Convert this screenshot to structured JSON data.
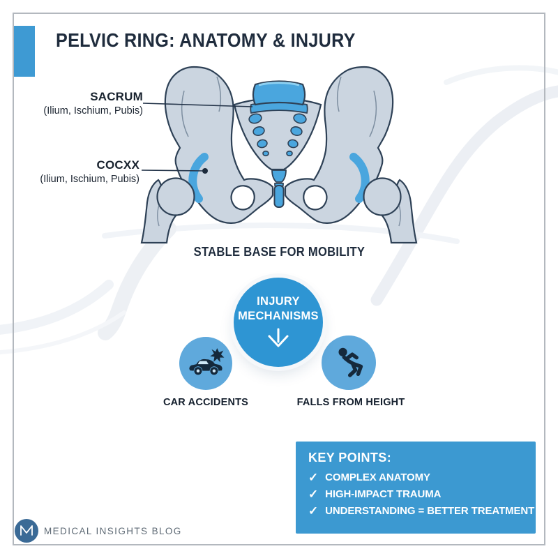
{
  "colors": {
    "accent_blue": "#3e9ad3",
    "hub_blue": "#2e95d3",
    "icon_circle_blue": "#5fa9dc",
    "anatomy_blue": "#4aa6de",
    "bone_fill": "#cbd5e0",
    "outline_navy": "#2e4156",
    "title_navy": "#1f2c3d",
    "logo_blue": "#3a6a96"
  },
  "header": {
    "title": "PELVIC RING: ANATOMY & INJURY"
  },
  "anatomy": {
    "labels": [
      {
        "name": "SACRUM",
        "sub": "(Ilium, Ischium, Pubis)"
      },
      {
        "name": "COCXX",
        "sub": "(Ilium, Ischium, Pubis)"
      }
    ],
    "caption": "STABLE BASE FOR MOBILITY"
  },
  "mechanisms": {
    "hub": {
      "line1": "INJURY",
      "line2": "MECHANISMS",
      "arrow_icon": "down-arrow-icon"
    },
    "items": [
      {
        "label": "CAR ACCIDENTS",
        "icon": "car-crash-icon"
      },
      {
        "label": "FALLS FROM HEIGHT",
        "icon": "falling-person-icon"
      }
    ]
  },
  "key_points": {
    "heading": "KEY POINTS:",
    "check": "✓",
    "items": [
      "COMPLEX ANATOMY",
      "HIGH-IMPACT TRAUMA",
      "UNDERSTANDING = BETTER TREATMENT"
    ]
  },
  "footer": {
    "brand": "MEDICAL INSIGHTS BLOG",
    "logo_icon": "medical-insights-monogram"
  }
}
